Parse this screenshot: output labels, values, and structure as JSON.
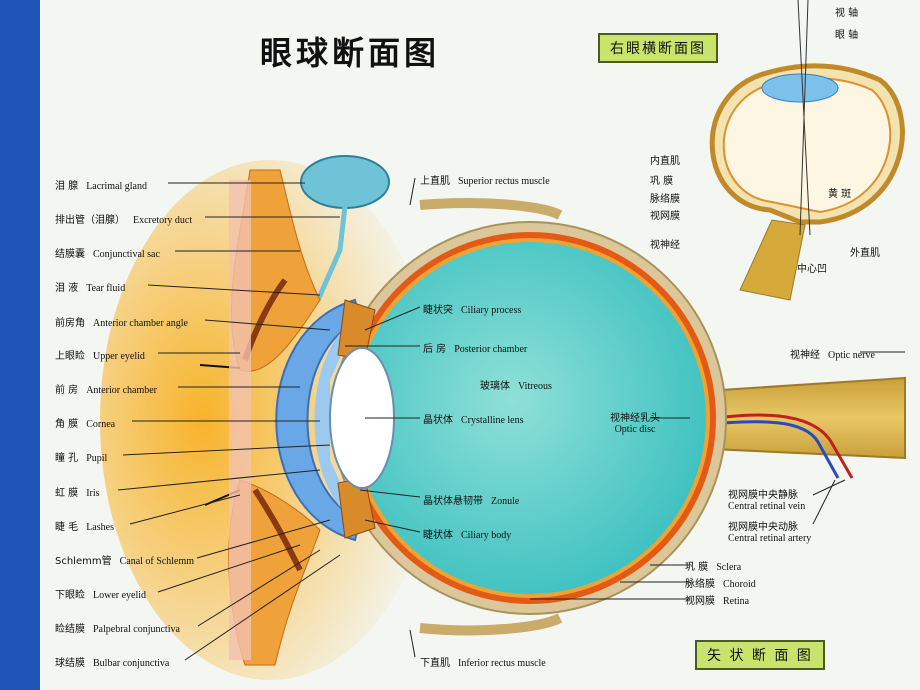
{
  "title": "眼球断面图",
  "tags": {
    "top": "右眼横断面图",
    "bottom": "矢 状 断 面 图"
  },
  "left_labels": [
    {
      "zh": "泪 腺",
      "en": "Lacrimal gland"
    },
    {
      "zh": "排出管（泪腺）",
      "en": "Excretory duct"
    },
    {
      "zh": "结膜囊",
      "en": "Conjunctival sac"
    },
    {
      "zh": "泪 液",
      "en": "Tear fluid"
    },
    {
      "zh": "前房角",
      "en": "Anterior chamber angle"
    },
    {
      "zh": "上眼睑",
      "en": "Upper eyelid"
    },
    {
      "zh": "前 房",
      "en": "Anterior chamber"
    },
    {
      "zh": "角 膜",
      "en": "Cornea"
    },
    {
      "zh": "瞳 孔",
      "en": "Pupil"
    },
    {
      "zh": "虹 膜",
      "en": "Iris"
    },
    {
      "zh": "睫 毛",
      "en": "Lashes"
    },
    {
      "zh": "Schlemm管",
      "en": "Canal of Schlemm"
    },
    {
      "zh": "下眼睑",
      "en": "Lower eyelid"
    },
    {
      "zh": "睑结膜",
      "en": "Palpebral conjunctiva"
    },
    {
      "zh": "球结膜",
      "en": "Bulbar conjunctiva"
    }
  ],
  "center_labels": [
    {
      "zh": "上直肌",
      "en": "Superior rectus muscle"
    },
    {
      "zh": "睫状突",
      "en": "Ciliary process"
    },
    {
      "zh": "后 房",
      "en": "Posterior chamber"
    },
    {
      "zh": "玻璃体",
      "en": "Vitreous"
    },
    {
      "zh": "晶状体",
      "en": "Crystalline lens"
    },
    {
      "zh": "晶状体悬韧带",
      "en": "Zonule"
    },
    {
      "zh": "睫状体",
      "en": "Ciliary body"
    },
    {
      "zh": "下直肌",
      "en": "Inferior rectus muscle"
    }
  ],
  "optic_disc": {
    "zh": "视神经乳头",
    "en": "Optic disc"
  },
  "right_labels": [
    {
      "zh": "视神经",
      "en": "Optic nerve"
    },
    {
      "zh": "视网膜中央静脉",
      "en": "Central retinal vein"
    },
    {
      "zh": "视网膜中央动脉",
      "en": "Central retinal artery"
    },
    {
      "zh": "巩 膜",
      "en": "Sclera"
    },
    {
      "zh": "脉络膜",
      "en": "Choroid"
    },
    {
      "zh": "视网膜",
      "en": "Retina"
    }
  ],
  "inset_labels": {
    "visual_axis": "视 轴",
    "ocular_axis": "眼 轴",
    "medial_rectus": "内直肌",
    "sclera": "巩 膜",
    "choroid": "脉络膜",
    "retina": "视网膜",
    "optic_nerve": "视神经",
    "macula": "黄 斑",
    "fovea": "中心凹",
    "lateral_rectus": "外直肌"
  }
}
